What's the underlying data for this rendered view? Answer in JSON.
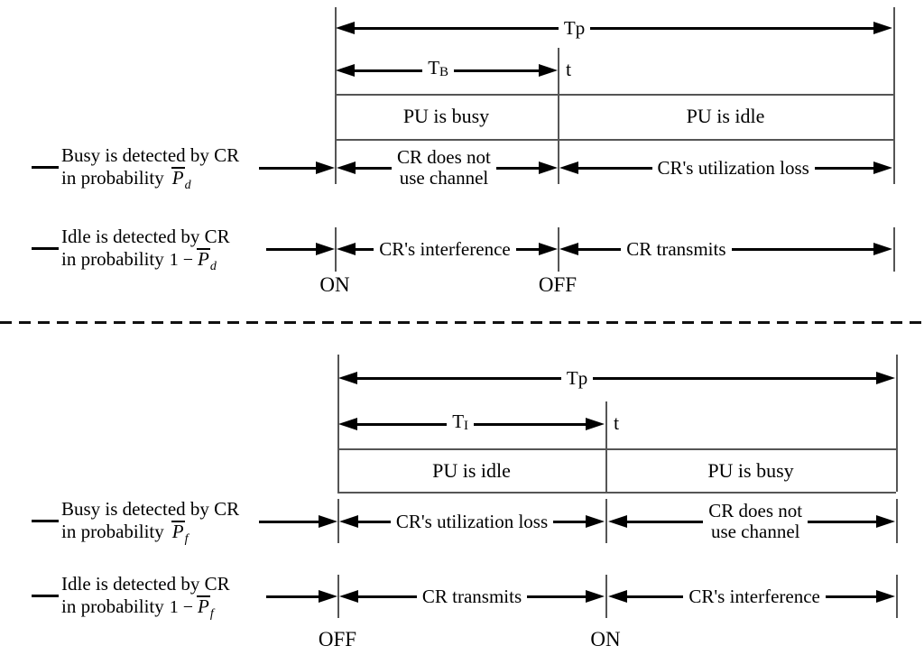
{
  "colors": {
    "line": "#000000",
    "thin_line": "#555555",
    "background": "#ffffff"
  },
  "top": {
    "tp_label": "Tp",
    "duration": {
      "base": "T",
      "sub": "B"
    },
    "t_label": "t",
    "pu_left": "PU is busy",
    "pu_right": "PU is idle",
    "marker_left": "ON",
    "marker_mid": "OFF",
    "rows": [
      {
        "desc1": "Busy is detected by CR",
        "desc2": "in probability",
        "prob": {
          "prefix": "",
          "base": "P",
          "sub": "d"
        },
        "segA": [
          "CR does not",
          "use channel"
        ],
        "segB": [
          "CR's utilization loss"
        ]
      },
      {
        "desc1": "Idle is detected by CR",
        "desc2": "in probability",
        "prob": {
          "prefix": "1 −",
          "base": "P",
          "sub": "d"
        },
        "segA": [
          "CR's interference"
        ],
        "segB": [
          "CR transmits"
        ]
      }
    ]
  },
  "bottom": {
    "tp_label": "Tp",
    "duration": {
      "base": "T",
      "sub": "I"
    },
    "t_label": "t",
    "pu_left": "PU is idle",
    "pu_right": "PU is busy",
    "marker_left": "OFF",
    "marker_mid": "ON",
    "rows": [
      {
        "desc1": "Busy is detected by CR",
        "desc2": "in probability",
        "prob": {
          "prefix": "",
          "base": "P",
          "sub": "f"
        },
        "segA": [
          "CR's utilization loss"
        ],
        "segB": [
          "CR does not",
          "use channel"
        ]
      },
      {
        "desc1": "Idle is detected by CR",
        "desc2": "in probability",
        "prob": {
          "prefix": "1 −",
          "base": "P",
          "sub": "f"
        },
        "segA": [
          "CR transmits"
        ],
        "segB": [
          "CR's interference"
        ]
      }
    ]
  }
}
